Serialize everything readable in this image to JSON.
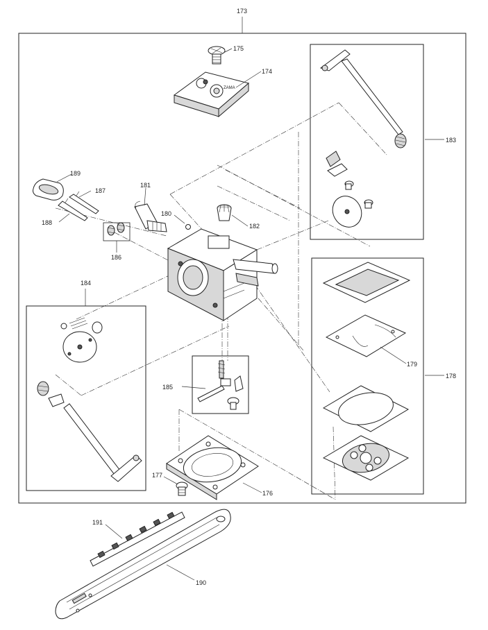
{
  "labels": {
    "n173": "173",
    "n174": "174",
    "n175": "175",
    "n176": "176",
    "n177": "177",
    "n178": "178",
    "n179": "179",
    "n180": "180",
    "n181": "181",
    "n182": "182",
    "n183": "183",
    "n184": "184",
    "n185": "185",
    "n186": "186",
    "n187": "187",
    "n188": "188",
    "n189": "189",
    "n190": "190",
    "n191": "191"
  }
}
